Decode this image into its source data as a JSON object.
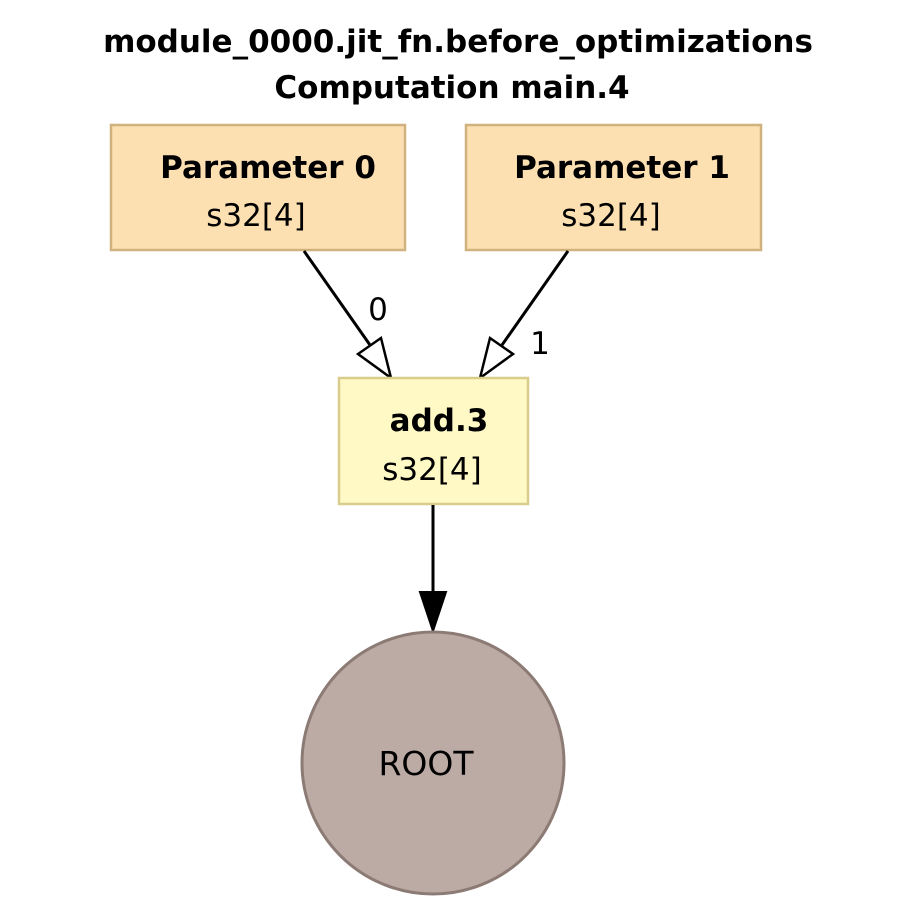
{
  "graph": {
    "title_line1": "module_0000.jit_fn.before_optimizations",
    "title_line2": "Computation main.4"
  },
  "nodes": {
    "param0": {
      "title": "Parameter 0",
      "type": "s32[4]",
      "fill": "#fde0b2",
      "stroke": "#cfb27e"
    },
    "param1": {
      "title": "Parameter 1",
      "type": "s32[4]",
      "fill": "#fde0b2",
      "stroke": "#cfb27e"
    },
    "add": {
      "title": "add.3",
      "type": "s32[4]",
      "fill": "#fff9c5",
      "stroke": "#d8cd8c"
    },
    "root": {
      "label": "ROOT",
      "fill": "#bcaaa4",
      "stroke": "#8c7b75"
    }
  },
  "edges": {
    "param0_to_add": {
      "label": "0"
    },
    "param1_to_add": {
      "label": "1"
    }
  },
  "colors": {
    "edge": "#000000",
    "background": "#ffffff"
  }
}
